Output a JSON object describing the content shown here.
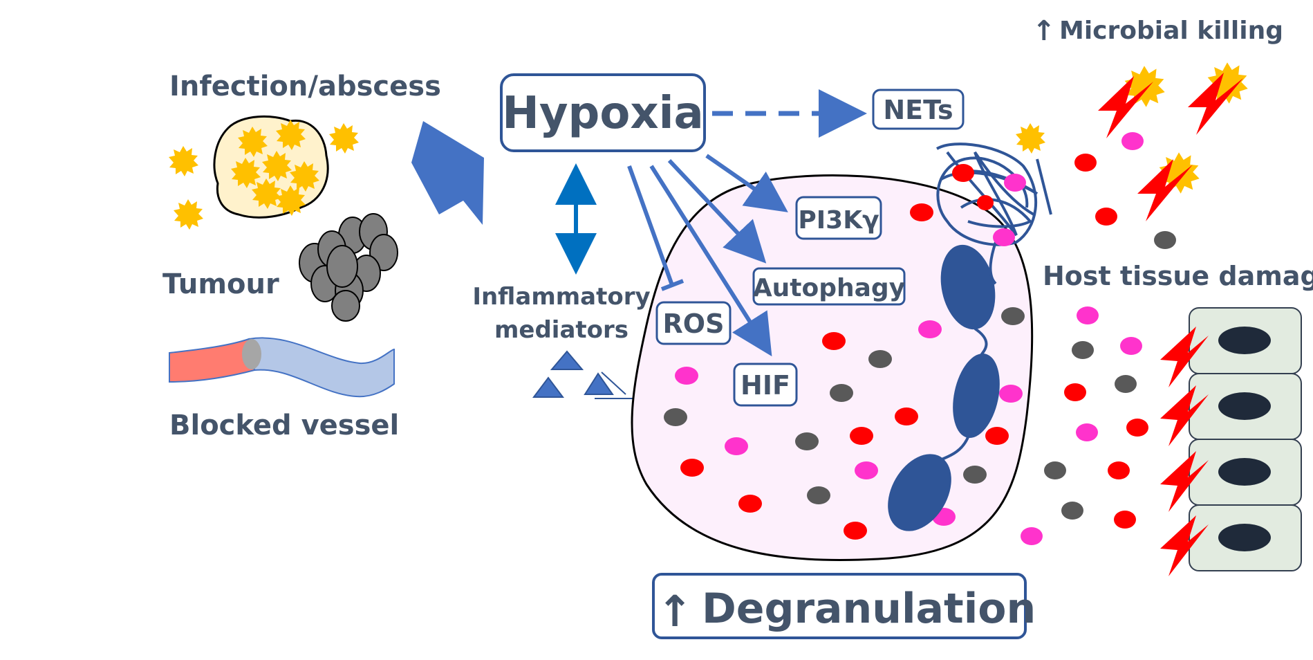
{
  "labels": {
    "infection": "Infection/abscess",
    "tumour": "Tumour",
    "blocked_vessel": "Blocked vessel",
    "hypoxia": "Hypoxia",
    "nets": "NETs",
    "microbial_killing": "Microbial killing",
    "host_tissue_damage": "Host tissue damage",
    "inflammatory_line1": "Inflammatory",
    "inflammatory_line2": "mediators",
    "pi3k": "PI3Kγ",
    "autophagy": "Autophagy",
    "ros": "ROS",
    "hif": "HIF",
    "degranulation": "Degranulation",
    "up_arrow": "↑"
  },
  "colors": {
    "text": "#44546A",
    "arrow_blue": "#4472C4",
    "double_arrow_blue": "#0070C0",
    "bacteria": "#FFC000",
    "neutrophil_fill": "#FDF0FC",
    "nucleus": "#2F5597",
    "granule_red": "#FF0000",
    "granule_magenta": "#FF33CC",
    "granule_grey": "#595959",
    "tumour_grey": "#808080",
    "vessel_red": "#FF7C70",
    "vessel_blue": "#B4C7E7",
    "host_cell": "#E2EBE0",
    "lightning": "#FF0000"
  }
}
